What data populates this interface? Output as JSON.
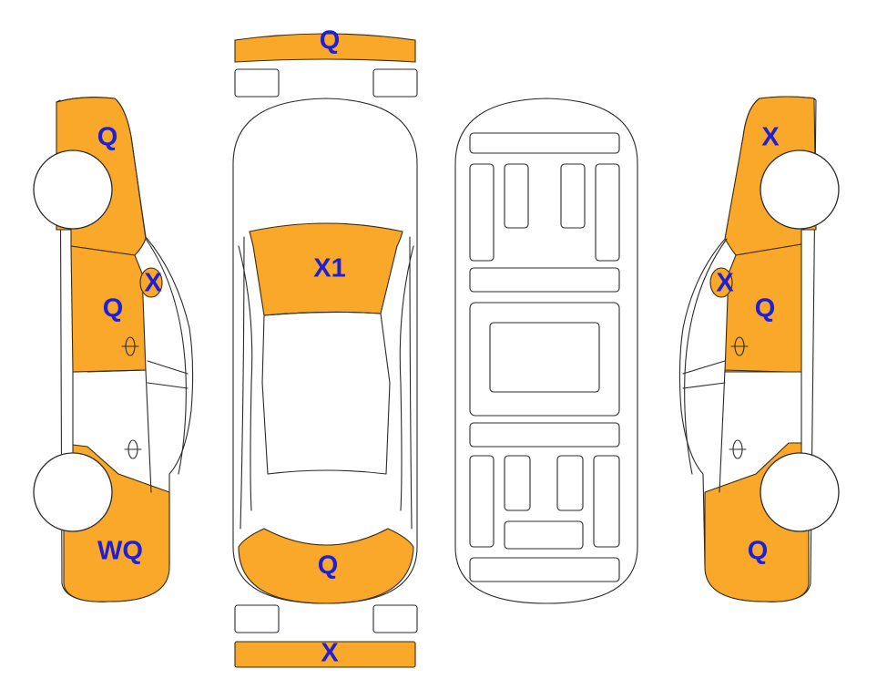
{
  "colors": {
    "damage_fill": "#F9A829",
    "code_text": "#1F1FD6",
    "outline": "#2b2b2b"
  },
  "panels": {
    "front_bumper": {
      "code": "Q",
      "damaged": true
    },
    "rear_bumper": {
      "code": "X",
      "damaged": true
    },
    "hood": {
      "code": "X1",
      "damaged": true
    },
    "trunk": {
      "code": "Q",
      "damaged": true
    },
    "left_front_fender": {
      "code": "Q",
      "damaged": true
    },
    "left_mirror": {
      "code": "X",
      "damaged": true
    },
    "left_front_door": {
      "code": "Q",
      "damaged": true
    },
    "left_rear_quarter": {
      "code": "WQ",
      "damaged": true
    },
    "right_front_fender": {
      "code": "X",
      "damaged": true
    },
    "right_mirror": {
      "code": "X",
      "damaged": true
    },
    "right_front_door": {
      "code": "Q",
      "damaged": true
    },
    "right_rear_quarter": {
      "code": "Q",
      "damaged": true
    }
  }
}
